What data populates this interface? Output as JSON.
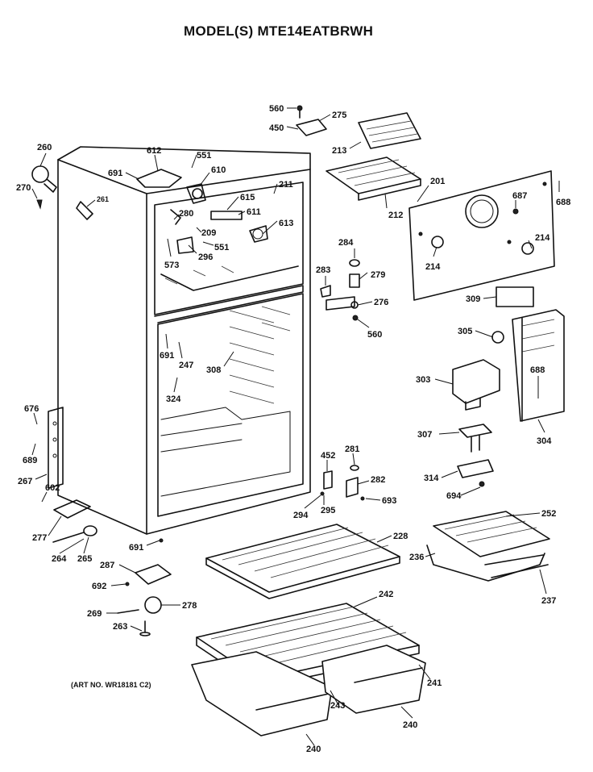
{
  "title": "MODEL(S) MTE14EATBRWH",
  "art_no": "(ART NO. WR18181 C2)",
  "labels": {
    "p560a": "560",
    "p275": "275",
    "p450": "450",
    "p213": "213",
    "p260": "260",
    "p270": "270",
    "p261": "261",
    "p612": "612",
    "p551a": "551",
    "p691a": "691",
    "p610": "610",
    "p211": "211",
    "p615": "615",
    "p611": "611",
    "p613": "613",
    "p280": "280",
    "p209": "209",
    "p551b": "551",
    "p573": "573",
    "p296": "296",
    "p212": "212",
    "p201": "201",
    "p687": "687",
    "p688a": "688",
    "p214a": "214",
    "p214b": "214",
    "p284": "284",
    "p279": "279",
    "p283": "283",
    "p276": "276",
    "p560b": "560",
    "p309": "309",
    "p305": "305",
    "p691b": "691",
    "p247": "247",
    "p308": "308",
    "p324": "324",
    "p303": "303",
    "p688b": "688",
    "p304": "304",
    "p307": "307",
    "p676": "676",
    "p689": "689",
    "p267": "267",
    "p602": "602",
    "p452": "452",
    "p281": "281",
    "p282": "282",
    "p693": "693",
    "p294": "294",
    "p295": "295",
    "p314": "314",
    "p694": "694",
    "p252": "252",
    "p277": "277",
    "p264": "264",
    "p265": "265",
    "p691c": "691",
    "p228": "228",
    "p236": "236",
    "p237": "237",
    "p287": "287",
    "p692": "692",
    "p269": "269",
    "p278": "278",
    "p263": "263",
    "p242": "242",
    "p241": "241",
    "p243": "243",
    "p240a": "240",
    "p240b": "240"
  }
}
